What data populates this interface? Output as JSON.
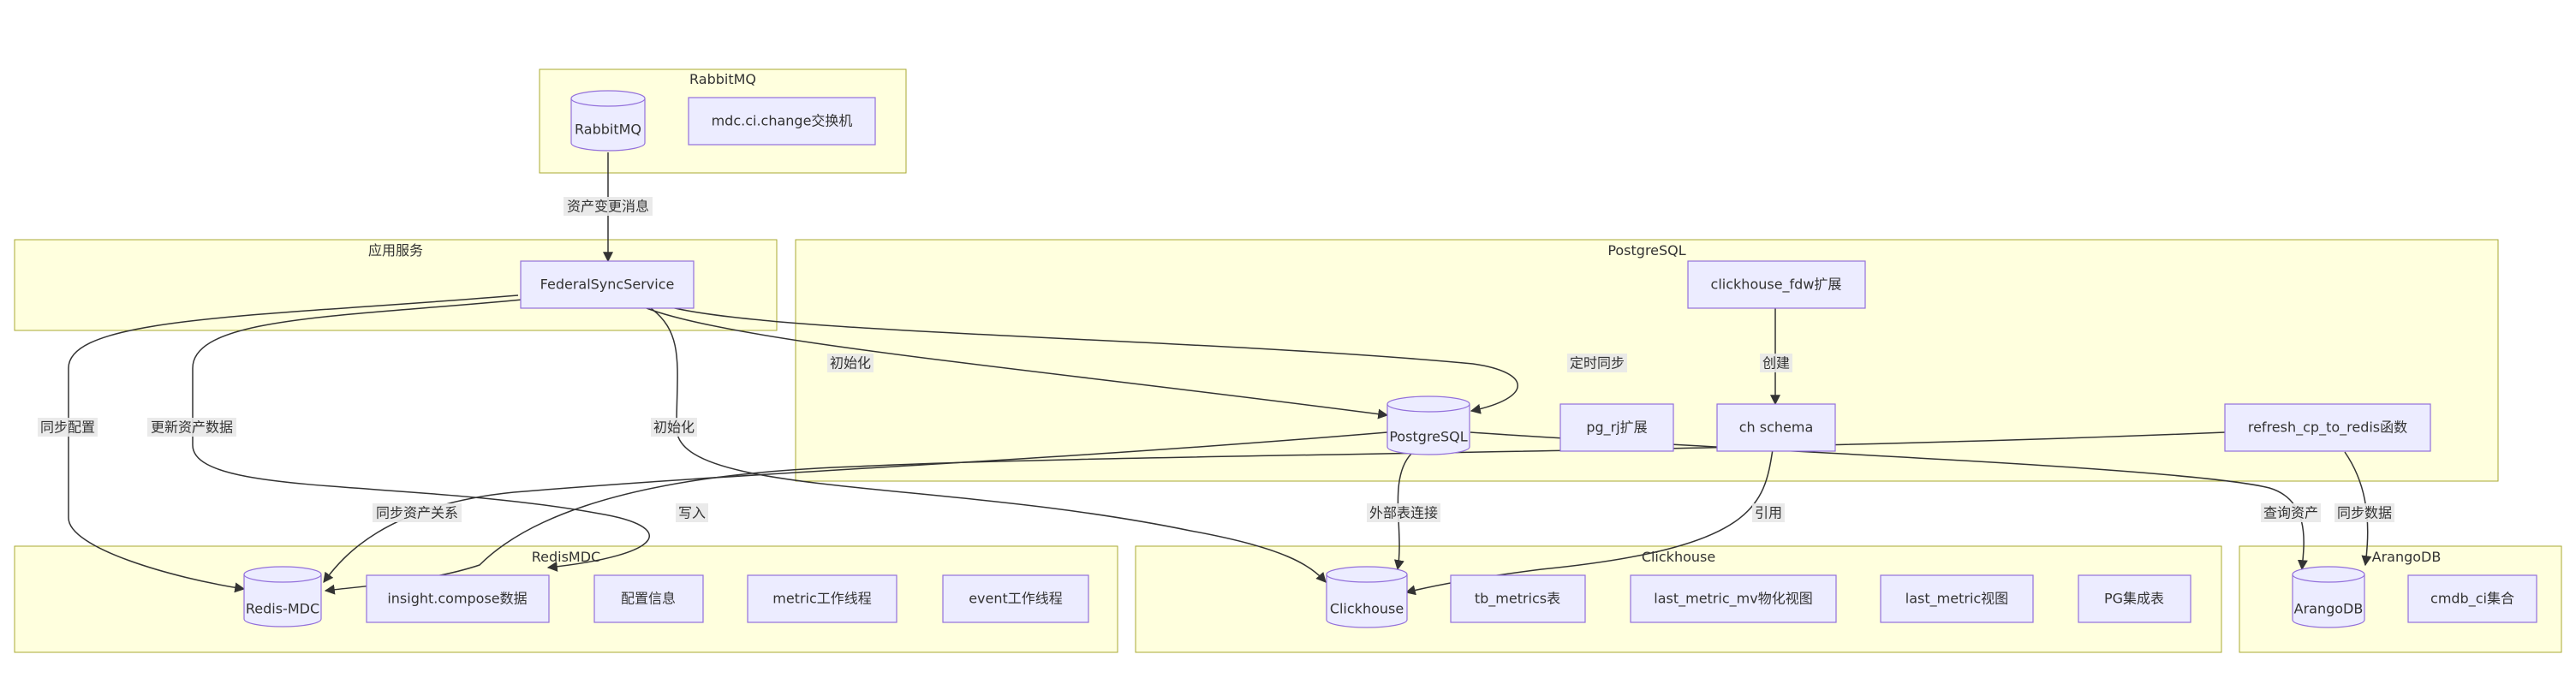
{
  "clusters": {
    "rabbitmq": "RabbitMQ",
    "app": "应用服务",
    "postgresql": "PostgreSQL",
    "redis": "RedisMDC",
    "clickhouse": "Clickhouse",
    "arangodb": "ArangoDB"
  },
  "nodes": {
    "rabbitmq_db": "RabbitMQ",
    "exchange": "mdc.ci.change交换机",
    "federal": "FederalSyncService",
    "fdw": "clickhouse_fdw扩展",
    "pg_db": "PostgreSQL",
    "pg_rj": "pg_rj扩展",
    "ch_schema": "ch schema",
    "refresh_fn": "refresh_cp_to_redis函数",
    "redis_db": "Redis-MDC",
    "compose": "insight.compose数据",
    "config": "配置信息",
    "metric_thread": "metric工作线程",
    "event_thread": "event工作线程",
    "ch_db": "Clickhouse",
    "tb_metrics": "tb_metrics表",
    "mv_view": "last_metric_mv物化视图",
    "last_view": "last_metric视图",
    "pg_table": "PG集成表",
    "arango_db": "ArangoDB",
    "cmdb": "cmdb_ci集合"
  },
  "edges": {
    "asset_change": "资产变更消息",
    "init1": "初始化",
    "sched_sync": "定时同步",
    "create": "创建",
    "sync_config": "同步配置",
    "update_asset": "更新资产数据",
    "init2": "初始化",
    "sync_relation": "同步资产关系",
    "write": "写入",
    "foreign_table": "外部表连接",
    "reference": "引用",
    "query_asset": "查询资产",
    "sync_data": "同步数据"
  }
}
